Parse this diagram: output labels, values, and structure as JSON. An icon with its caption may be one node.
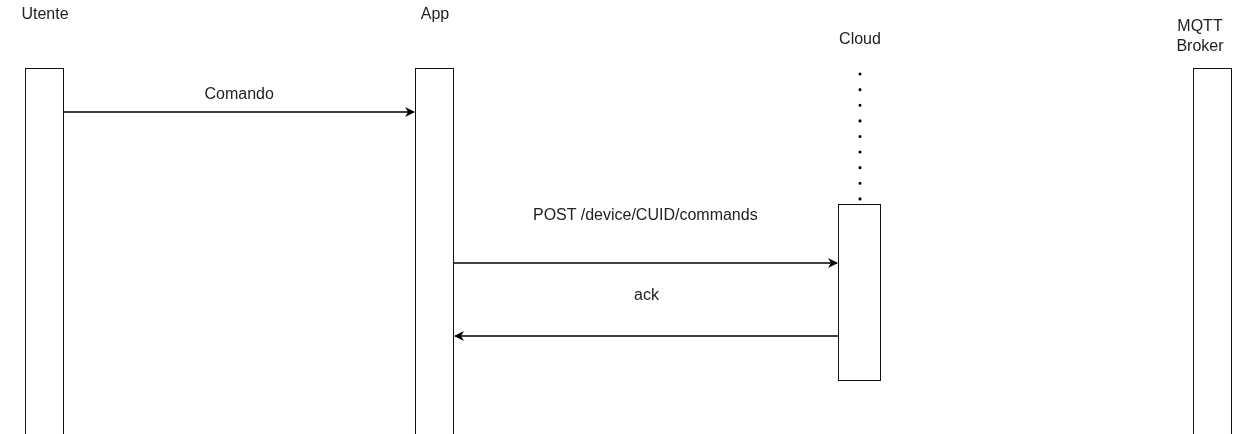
{
  "diagram": {
    "nodes": [
      {
        "text": [
          "Utente"
        ]
      },
      {
        "text": [
          "App"
        ]
      },
      {
        "text": [
          "Cloud"
        ]
      },
      {
        "text": [
          "MQTT Broker"
        ]
      }
    ],
    "edges": [
      {
        "from": 0,
        "to": 1,
        "arrow": "to",
        "label": "Comando"
      },
      {
        "from": 1,
        "to": 2,
        "arrow": "to",
        "label": "POST /device/CUID/commands"
      },
      {
        "from": 2,
        "to": 1,
        "arrow": "to",
        "label": "ack"
      }
    ]
  }
}
